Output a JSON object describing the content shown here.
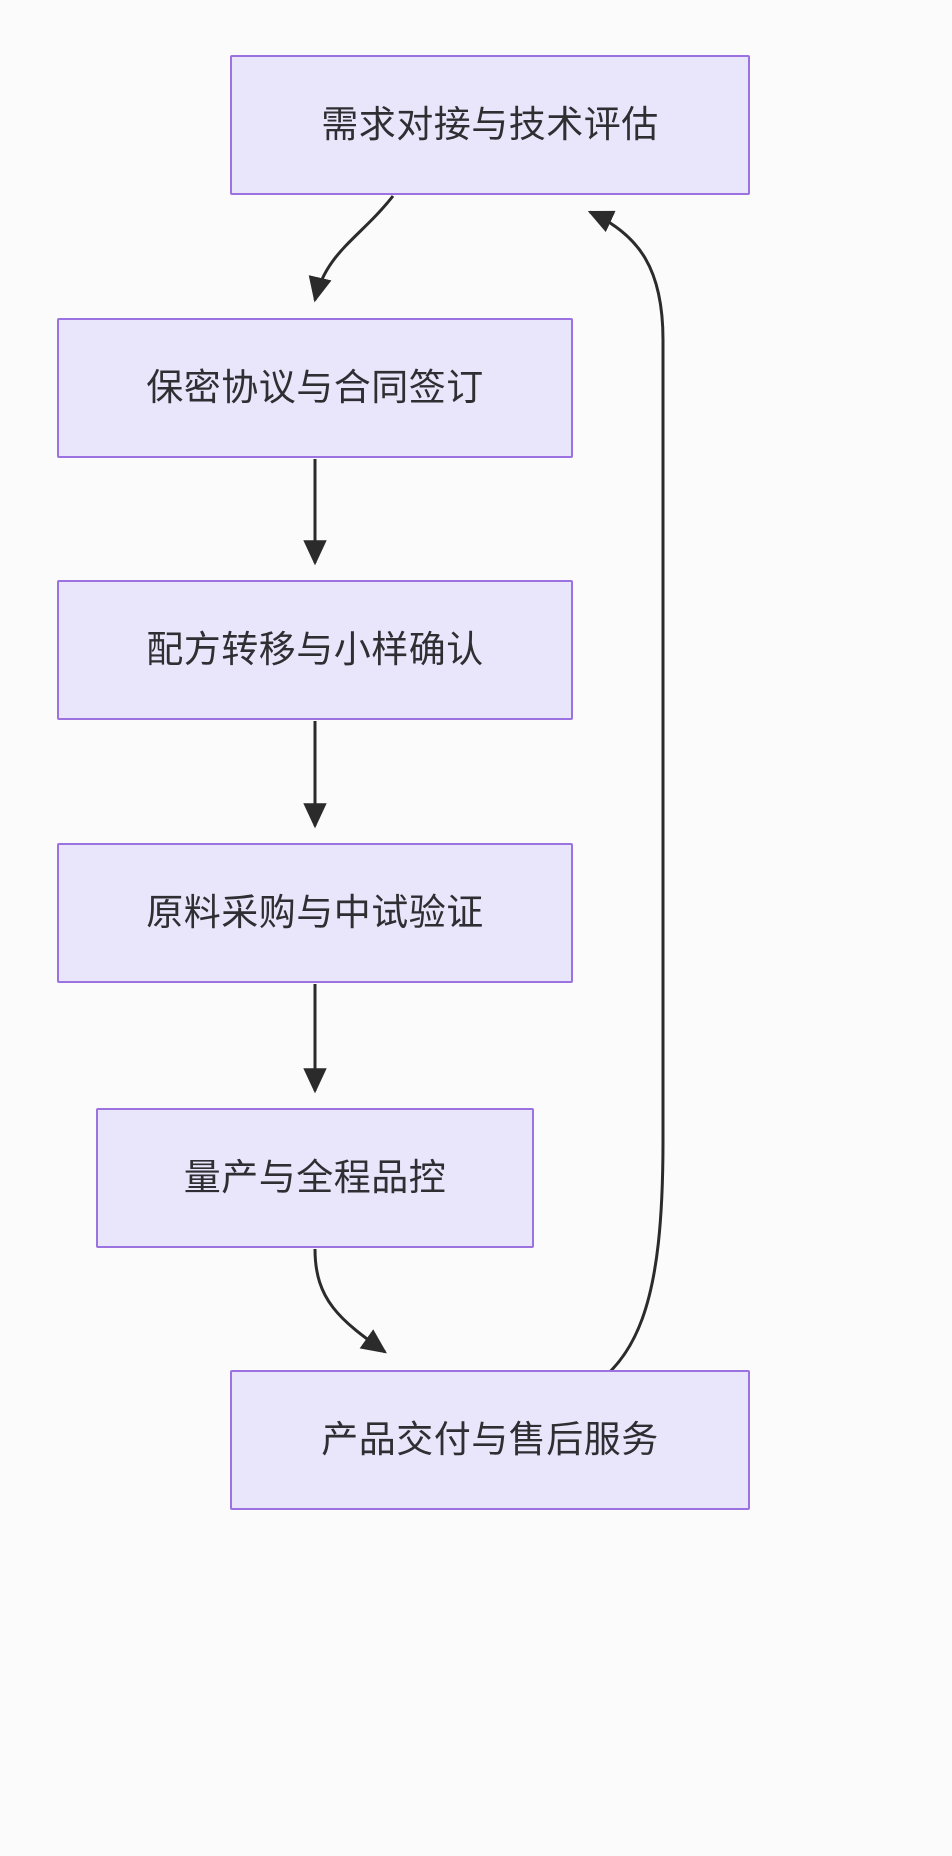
{
  "diagram": {
    "type": "flowchart",
    "orientation": "top-to-bottom",
    "background_color": "#fbfbfc",
    "node_fill_color": "#e9e6fb",
    "node_border_color": "#9b72e0",
    "node_text_color": "#2f2f33",
    "edge_color": "#1f1f1f",
    "nodes": [
      {
        "id": "n0",
        "label": "需求对接与技术评估"
      },
      {
        "id": "n1",
        "label": "保密协议与合同签订"
      },
      {
        "id": "n2",
        "label": "配方转移与小样确认"
      },
      {
        "id": "n3",
        "label": "原料采购与中试验证"
      },
      {
        "id": "n4",
        "label": "量产与全程品控"
      },
      {
        "id": "n5",
        "label": "产品交付与售后服务"
      }
    ],
    "edges": [
      {
        "from": "n0",
        "to": "n1",
        "style": "curved",
        "label": ""
      },
      {
        "from": "n1",
        "to": "n2",
        "style": "straight",
        "label": ""
      },
      {
        "from": "n2",
        "to": "n3",
        "style": "straight",
        "label": ""
      },
      {
        "from": "n3",
        "to": "n4",
        "style": "straight",
        "label": ""
      },
      {
        "from": "n4",
        "to": "n5",
        "style": "curved",
        "label": ""
      },
      {
        "from": "n5",
        "to": "n0",
        "style": "curved-feedback",
        "label": ""
      }
    ]
  }
}
